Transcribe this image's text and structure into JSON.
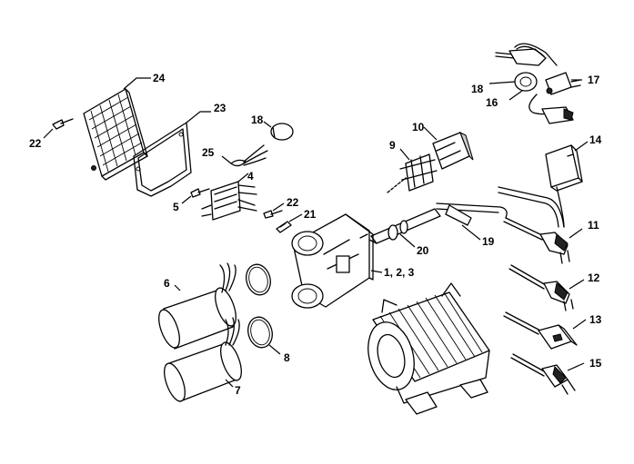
{
  "callouts": {
    "c24": "24",
    "c23": "23",
    "c22a": "22",
    "c18a": "18",
    "c25": "25",
    "c4": "4",
    "c5": "5",
    "c22b": "22",
    "c21": "21",
    "c10": "10",
    "c9": "9",
    "c18b": "18",
    "c16": "16",
    "c17": "17",
    "c14": "14",
    "c11": "11",
    "c12": "12",
    "c13": "13",
    "c15": "15",
    "c19": "19",
    "c20": "20",
    "c123": "1, 2, 3",
    "c6": "6",
    "c7": "7",
    "c8": "8"
  },
  "colors": {
    "line": "#000000",
    "background": "#ffffff"
  }
}
